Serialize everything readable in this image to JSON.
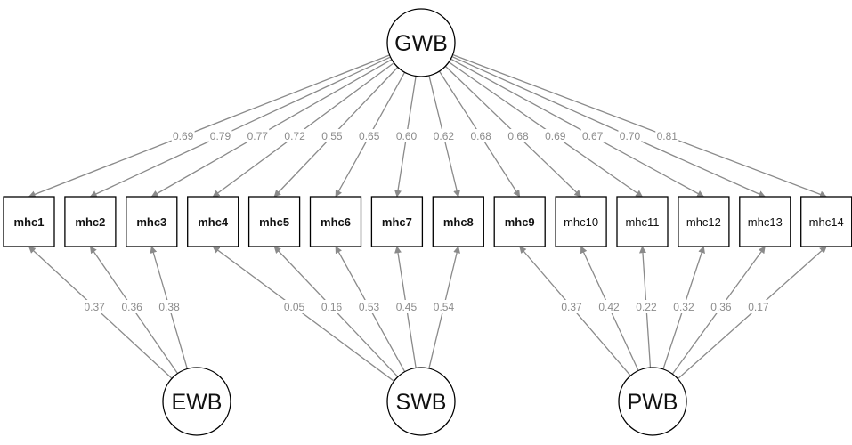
{
  "diagram": {
    "observed": [
      "mhc1",
      "mhc2",
      "mhc3",
      "mhc4",
      "mhc5",
      "mhc6",
      "mhc7",
      "mhc8",
      "mhc9",
      "mhc10",
      "mhc11",
      "mhc12",
      "mhc13",
      "mhc14"
    ],
    "latents": {
      "general": "GWB",
      "specific": [
        "EWB",
        "SWB",
        "PWB"
      ]
    },
    "general_loadings": [
      {
        "to": "mhc1",
        "value": "0.69"
      },
      {
        "to": "mhc2",
        "value": "0.79"
      },
      {
        "to": "mhc3",
        "value": "0.77"
      },
      {
        "to": "mhc4",
        "value": "0.72"
      },
      {
        "to": "mhc5",
        "value": "0.55"
      },
      {
        "to": "mhc6",
        "value": "0.65"
      },
      {
        "to": "mhc7",
        "value": "0.60"
      },
      {
        "to": "mhc8",
        "value": "0.62"
      },
      {
        "to": "mhc9",
        "value": "0.68"
      },
      {
        "to": "mhc10",
        "value": "0.68"
      },
      {
        "to": "mhc11",
        "value": "0.69"
      },
      {
        "to": "mhc12",
        "value": "0.67"
      },
      {
        "to": "mhc13",
        "value": "0.70"
      },
      {
        "to": "mhc14",
        "value": "0.81"
      }
    ],
    "specific_loadings": [
      {
        "from": "EWB",
        "to": "mhc1",
        "value": "0.37"
      },
      {
        "from": "EWB",
        "to": "mhc2",
        "value": "0.36"
      },
      {
        "from": "EWB",
        "to": "mhc3",
        "value": "0.38"
      },
      {
        "from": "SWB",
        "to": "mhc4",
        "value": "0.05"
      },
      {
        "from": "SWB",
        "to": "mhc5",
        "value": "0.16"
      },
      {
        "from": "SWB",
        "to": "mhc6",
        "value": "0.53"
      },
      {
        "from": "SWB",
        "to": "mhc7",
        "value": "0.45"
      },
      {
        "from": "SWB",
        "to": "mhc8",
        "value": "0.54"
      },
      {
        "from": "PWB",
        "to": "mhc9",
        "value": "0.37"
      },
      {
        "from": "PWB",
        "to": "mhc10",
        "value": "0.42"
      },
      {
        "from": "PWB",
        "to": "mhc11",
        "value": "0.22"
      },
      {
        "from": "PWB",
        "to": "mhc12",
        "value": "0.32"
      },
      {
        "from": "PWB",
        "to": "mhc13",
        "value": "0.36"
      },
      {
        "from": "PWB",
        "to": "mhc14",
        "value": "0.17"
      }
    ],
    "colors": {
      "edge": "#8a8a8a",
      "label": "#8c8c8c",
      "node_stroke": "#000000"
    }
  }
}
